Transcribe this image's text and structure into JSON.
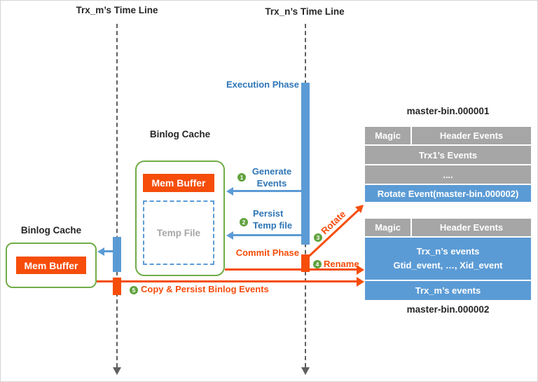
{
  "colors": {
    "blue": "#5B9BD5",
    "blue_text": "#2E75B6",
    "orange": "#F64D0A",
    "gray_cell": "#A6A6A6",
    "green_border": "#70AD47",
    "green_circle": "#61A23D",
    "timeline": "#5f5f5f"
  },
  "timelines": {
    "trx_m": "Trx_m’s Time Line",
    "trx_n": "Trx_n’s Time Line"
  },
  "phases": {
    "execution": "Execution Phase",
    "commit": "Commit Phase"
  },
  "cache_mid": {
    "title": "Binlog Cache",
    "mem_buffer": "Mem Buffer",
    "temp_file": "Temp File"
  },
  "cache_left": {
    "title": "Binlog Cache",
    "mem_buffer": "Mem Buffer"
  },
  "steps": {
    "generate": {
      "num": "1",
      "line1": "Generate",
      "line2": "Events"
    },
    "persist": {
      "num": "2",
      "line1": "Persist",
      "line2": "Temp file"
    },
    "rotate": {
      "num": "3",
      "label": "Rotate"
    },
    "rename": {
      "num": "4",
      "label": "Rename"
    },
    "copy": {
      "num": "5",
      "label": "Copy & Persist Binlog Events"
    }
  },
  "files": {
    "file1": {
      "name": "master-bin.000001",
      "row1": {
        "magic": "Magic",
        "header": "Header Events"
      },
      "row2": "Trx1’s Events",
      "row3": "....",
      "row4": "Rotate Event(master-bin.000002)"
    },
    "file2": {
      "name": "master-bin.000002",
      "row1": {
        "magic": "Magic",
        "header": "Header Events"
      },
      "row2_line1": "Trx_n’s events",
      "row2_line2": "Gtid_event, …, Xid_event",
      "row3": "Trx_m’s events"
    }
  }
}
